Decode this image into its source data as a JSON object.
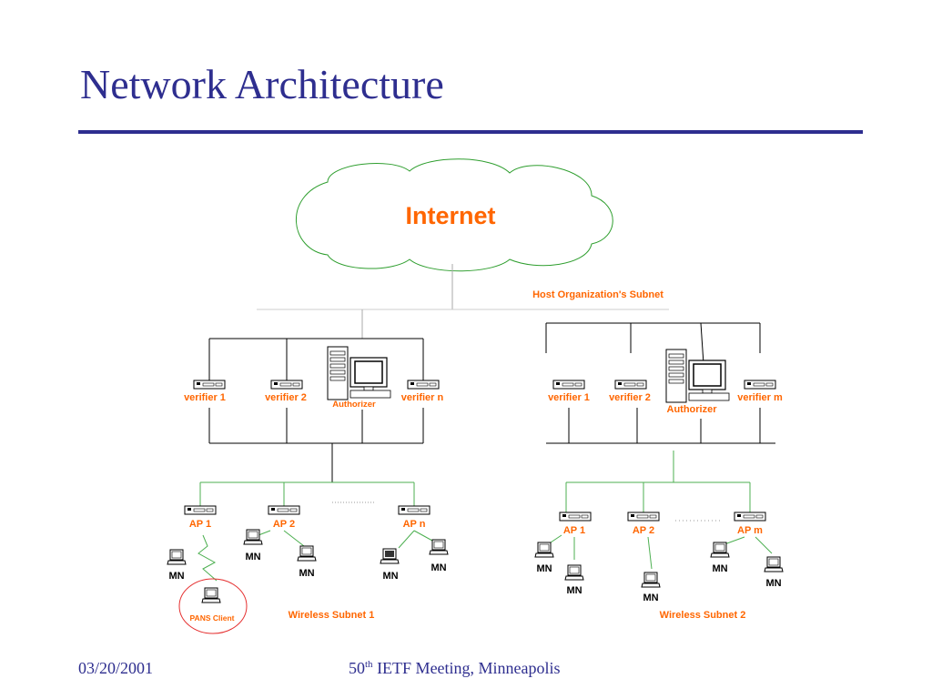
{
  "slide": {
    "title": "Network Architecture",
    "footer": {
      "date": "03/20/2001",
      "meeting_ordinal": "50",
      "meeting_suffix": "th",
      "meeting_rest": " IETF Meeting, Minneapolis"
    }
  },
  "diagram": {
    "internet_label": "Internet",
    "host_subnet_label": "Host Organization's Subnet",
    "left_network": {
      "verifiers": [
        "verifier 1",
        "verifier 2",
        "verifier n"
      ],
      "authorizer": "Authorizer",
      "access_points": [
        "AP 1",
        "AP 2",
        "AP n"
      ],
      "mobile_nodes": [
        "MN",
        "MN",
        "MN",
        "MN",
        "MN"
      ],
      "pans_client": "PANS Client",
      "subnet_label": "Wireless Subnet 1"
    },
    "right_network": {
      "verifiers": [
        "verifier 1",
        "verifier 2",
        "verifier m"
      ],
      "authorizer": "Authorizer",
      "access_points": [
        "AP 1",
        "AP 2",
        "AP m"
      ],
      "mobile_nodes": [
        "MN",
        "MN",
        "MN",
        "MN",
        "MN"
      ],
      "subnet_label": "Wireless Subnet 2"
    }
  },
  "colors": {
    "title": "#2e2e8f",
    "accent_label": "#ff6600",
    "wireless_link": "#4caf50",
    "cloud_outline": "#2e9e2e",
    "pans_circle": "#e53030"
  },
  "icons": {
    "access_device": "hub-icon",
    "authorizer": "server-pc-icon",
    "mobile_node": "laptop-icon",
    "internet": "cloud-icon"
  }
}
